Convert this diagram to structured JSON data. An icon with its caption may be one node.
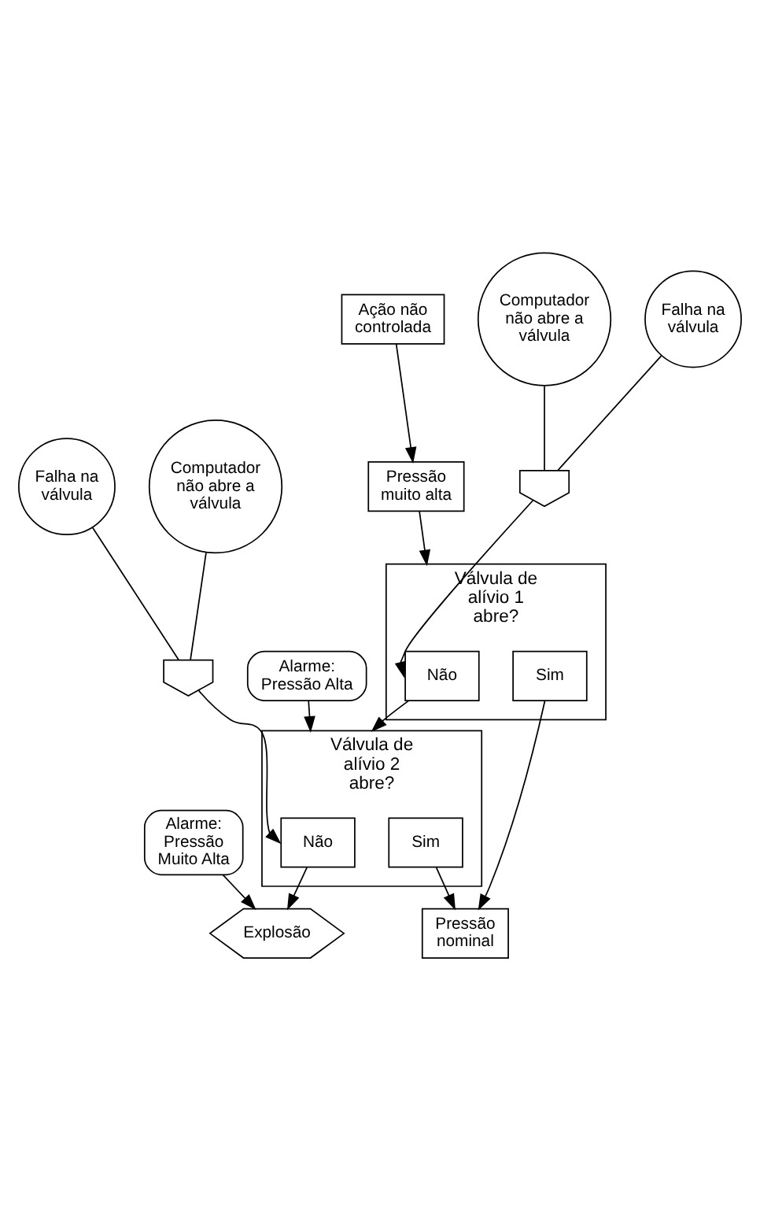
{
  "diagram": {
    "nodes": [
      {
        "text": [
          "Ação não controlada"
        ]
      },
      {
        "text": [
          "Pressão muito alta"
        ]
      },
      {
        "text": [
          "Falha na válvula"
        ]
      },
      {
        "text": [
          "Computador não abre a válvula"
        ]
      },
      {
        "text": [],
        "shape": "gate"
      },
      {
        "text": [
          "Válvula de alívio 1 abre?"
        ]
      },
      {
        "text": [
          "Não"
        ],
        "in": 5
      },
      {
        "text": [
          "Sim"
        ],
        "in": 5
      },
      {
        "text": [
          "Alarme: Pressão Alta"
        ]
      },
      {
        "text": [
          "Falha na válvula"
        ]
      },
      {
        "text": [
          "Computador não abre a válvula"
        ]
      },
      {
        "text": [],
        "shape": "gate"
      },
      {
        "text": [
          "Válvula de alívio 2 abre?"
        ]
      },
      {
        "text": [
          "Não"
        ],
        "in": 12
      },
      {
        "text": [
          "Sim"
        ],
        "in": 12
      },
      {
        "text": [
          "Alarme: Pressão Muito Alta"
        ]
      },
      {
        "text": [
          "Pressão nominal"
        ]
      },
      {
        "text": [
          "Explosão"
        ]
      }
    ],
    "edges": [
      {
        "from": 0,
        "to": 1,
        "arrow": "to"
      },
      {
        "from": 1,
        "to": 5,
        "arrow": "to"
      },
      {
        "from": 2,
        "to": 4,
        "arrow": "none"
      },
      {
        "from": 3,
        "to": 4,
        "arrow": "none"
      },
      {
        "from": 4,
        "to": 6,
        "arrow": "to"
      },
      {
        "from": 6,
        "to": 12,
        "arrow": "to"
      },
      {
        "from": 8,
        "to": 12,
        "arrow": "to"
      },
      {
        "from": 7,
        "to": 16,
        "arrow": "to"
      },
      {
        "from": 9,
        "to": 11,
        "arrow": "none"
      },
      {
        "from": 10,
        "to": 11,
        "arrow": "none"
      },
      {
        "from": 11,
        "to": 13,
        "arrow": "to"
      },
      {
        "from": 13,
        "to": 17,
        "arrow": "to"
      },
      {
        "from": 15,
        "to": 17,
        "arrow": "to"
      },
      {
        "from": 14,
        "to": 16,
        "arrow": "to"
      }
    ]
  }
}
